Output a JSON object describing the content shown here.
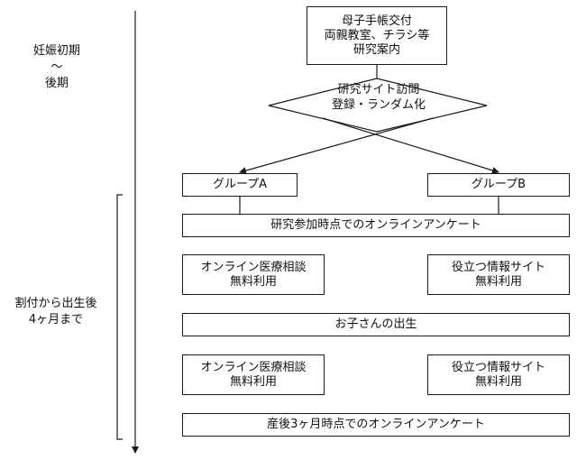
{
  "phases": {
    "early": {
      "line1": "妊娠初期",
      "line2": "〜",
      "line3": "後期"
    },
    "late": {
      "line1": "割付から出生後",
      "line2": "4ヶ月まで"
    }
  },
  "flow": {
    "start": {
      "line1": "母子手帳交付",
      "line2": "両親教室、チラシ等",
      "line3": "研究案内"
    },
    "decision": {
      "line1": "研究サイト訪問",
      "line2": "登録・ランダム化"
    },
    "group_a": "グループA",
    "group_b": "グループB",
    "survey_start": "研究参加時点でのオンラインアンケート",
    "a_service_1": {
      "line1": "オンライン医療相談",
      "line2": "無料利用"
    },
    "b_service_1": {
      "line1": "役立つ情報サイト",
      "line2": "無料利用"
    },
    "birth": "お子さんの出生",
    "a_service_2": {
      "line1": "オンライン医療相談",
      "line2": "無料利用"
    },
    "b_service_2": {
      "line1": "役立つ情報サイト",
      "line2": "無料利用"
    },
    "survey_end": "産後3ヶ月時点でのオンラインアンケート"
  }
}
